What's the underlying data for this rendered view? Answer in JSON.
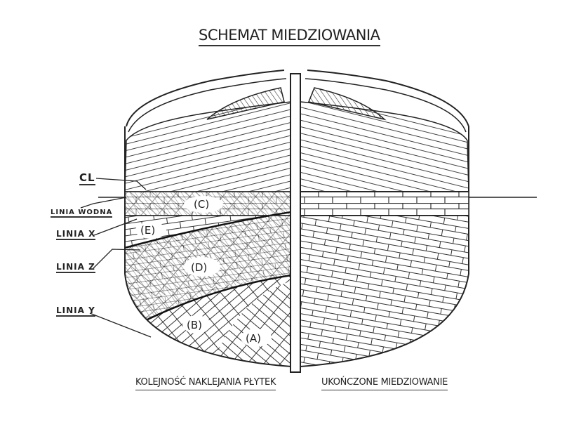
{
  "title": "SCHEMAT MIEDZIOWANIA",
  "labels": {
    "cl": "CL",
    "linia_wodna": "LINIA WODNA",
    "linia_x": "LINIA X",
    "linia_z": "LINIA Z",
    "linia_y": "LINIA Y"
  },
  "regions": {
    "a": "(A)",
    "b": "(B)",
    "c": "(C)",
    "d": "(D)",
    "e": "(E)"
  },
  "captions": {
    "left": "KOLEJNOŚĆ NAKLEJANIA PŁYTEK",
    "right": "UKOŃCZONE MIEDZIOWANIE"
  }
}
